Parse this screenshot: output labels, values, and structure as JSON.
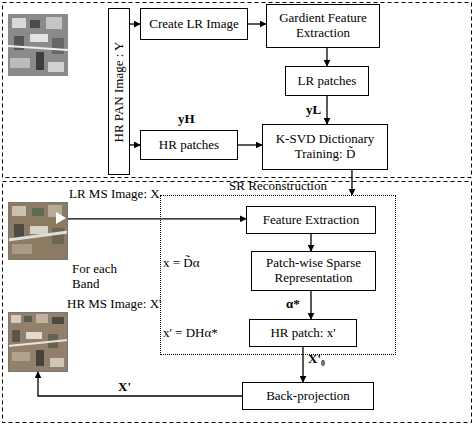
{
  "diagram": {
    "nodes": [
      {
        "text": [
          "HR PAN Image : Y"
        ]
      },
      {
        "text": [
          "Create LR Image"
        ]
      },
      {
        "text": [
          "Gardient Feature Extraction"
        ]
      },
      {
        "text": [
          "LR patches"
        ]
      },
      {
        "text": [
          "HR patches"
        ]
      },
      {
        "text": [
          "K-SVD Dictionary Training: D̃"
        ]
      },
      {
        "text": [
          "LR MS Image: X"
        ]
      },
      {
        "text": [
          "SR Reconstruction"
        ]
      },
      {
        "text": [
          "Feature Extraction"
        ],
        "in": 7
      },
      {
        "text": [
          "Patch-wise Sparse Representation"
        ],
        "in": 7
      },
      {
        "text": [
          "HR patch: x'"
        ],
        "in": 7
      },
      {
        "text": [
          "HR MS Image: X'"
        ]
      },
      {
        "text": [
          "Back-projection"
        ]
      }
    ],
    "edges": [
      {
        "from": 0,
        "to": 1,
        "arrow": "to"
      },
      {
        "from": 1,
        "to": 2,
        "arrow": "to"
      },
      {
        "from": 2,
        "to": 3,
        "arrow": "to"
      },
      {
        "from": 3,
        "to": 5,
        "arrow": "to",
        "label": "yL"
      },
      {
        "from": 0,
        "to": 4,
        "arrow": "to"
      },
      {
        "from": 4,
        "to": 5,
        "arrow": "to",
        "label": "yH"
      },
      {
        "from": 5,
        "to": 7,
        "arrow": "to"
      },
      {
        "from": 6,
        "to": 8,
        "arrow": "to",
        "label": "For each Band"
      },
      {
        "from": 8,
        "to": 9,
        "arrow": "to"
      },
      {
        "from": 9,
        "to": 10,
        "arrow": "to",
        "label": "α*"
      },
      {
        "from": 10,
        "to": 12,
        "arrow": "to",
        "label": "X'₀"
      },
      {
        "from": 12,
        "to": 11,
        "arrow": "to",
        "label": "X'"
      }
    ],
    "labels": [
      "x = D̃α",
      "x' = DHα*"
    ]
  }
}
